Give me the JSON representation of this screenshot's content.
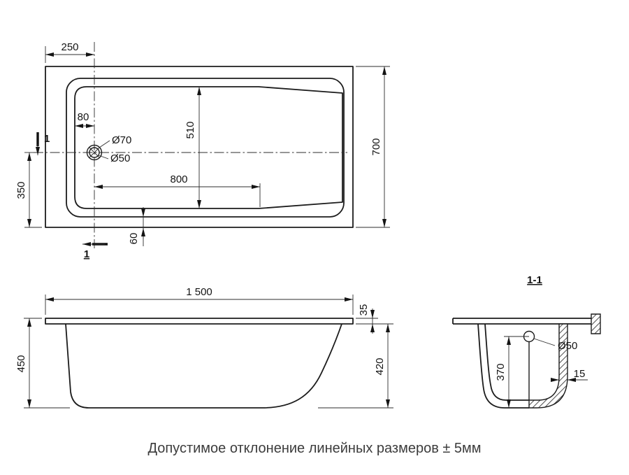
{
  "drawing": {
    "note": "Допустимое отклонение линейных размеров ± 5мм",
    "top_view": {
      "dim_250": "250",
      "dim_80": "80",
      "dim_d70": "Ø70",
      "dim_d50": "Ø50",
      "dim_510": "510",
      "dim_800": "800",
      "dim_350": "350",
      "dim_700": "700",
      "dim_60": "60",
      "section_mark": "1"
    },
    "front_view": {
      "dim_1500": "1 500",
      "dim_35": "35",
      "dim_450": "450",
      "dim_420": "420"
    },
    "section_view": {
      "title": "1-1",
      "dim_d50": "Ø50",
      "dim_370": "370",
      "dim_15": "15"
    }
  }
}
